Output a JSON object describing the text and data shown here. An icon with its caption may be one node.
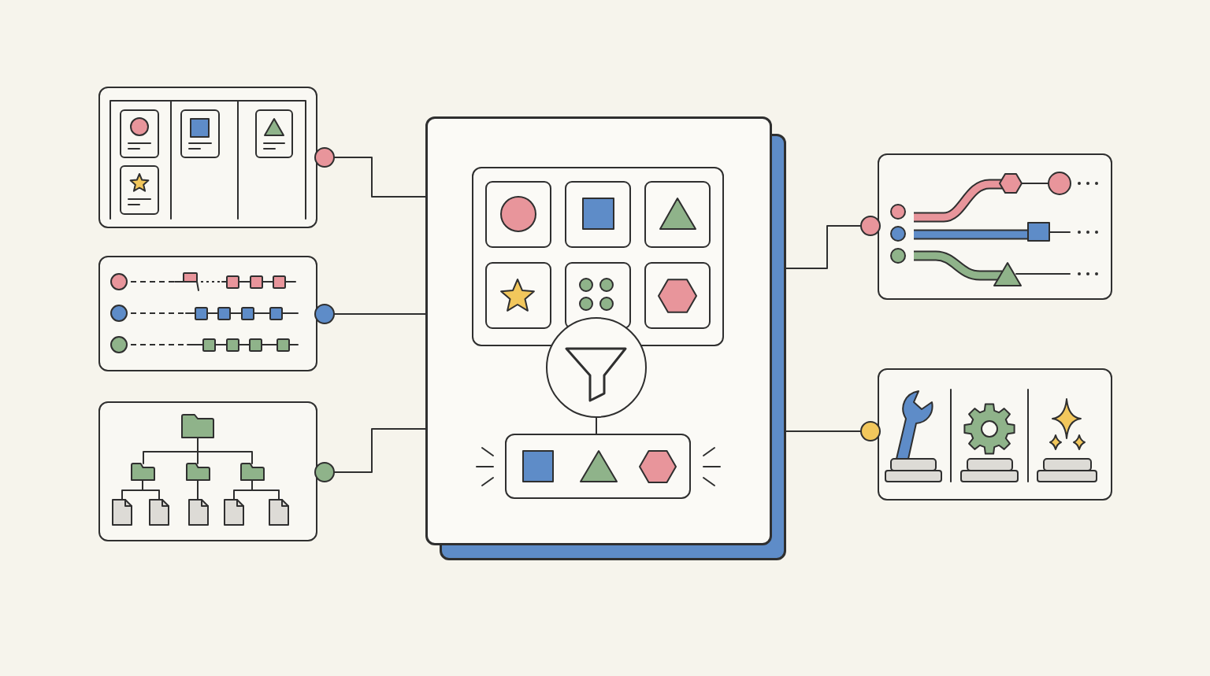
{
  "diagram": {
    "nodes": [
      {
        "text": [],
        "shape": "box"
      },
      {
        "text": [],
        "shape": "box"
      },
      {
        "text": [],
        "shape": "box"
      },
      {
        "text": [],
        "shape": "box"
      },
      {
        "text": [],
        "shape": "box",
        "in": 3
      },
      {
        "text": [],
        "shape": "circle",
        "in": 3
      },
      {
        "text": [],
        "shape": "box",
        "in": 3
      },
      {
        "text": [],
        "shape": "box"
      },
      {
        "text": [],
        "shape": "box"
      }
    ],
    "edges": [
      {
        "from": 0,
        "to": 3,
        "arrow": "other"
      },
      {
        "from": 1,
        "to": 3,
        "arrow": "other"
      },
      {
        "from": 2,
        "to": 3,
        "arrow": "other"
      },
      {
        "from": 7,
        "to": 3,
        "arrow": "other"
      },
      {
        "from": 8,
        "to": 3,
        "arrow": "other"
      },
      {
        "from": 5,
        "to": 6,
        "arrow": "none"
      }
    ]
  }
}
